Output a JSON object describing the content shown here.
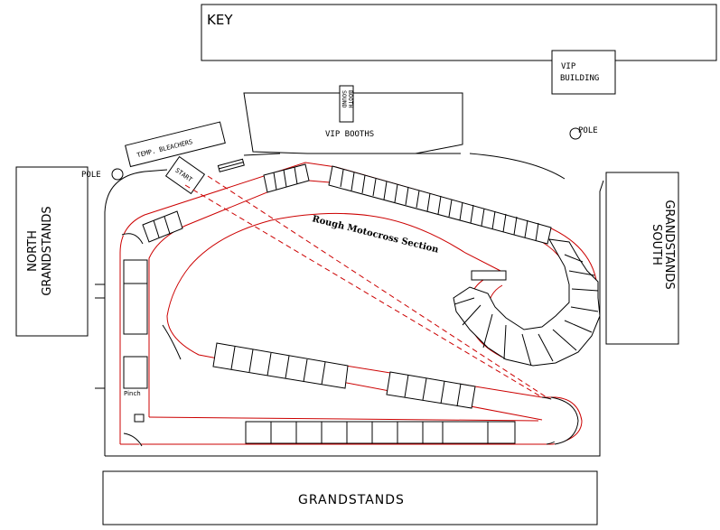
{
  "labels": {
    "key": "KEY",
    "vip_building_1": "VIP",
    "vip_building_2": "BUILDING",
    "vip_booths": "VIP BOOTHS",
    "sound_booth_1": "SOUND",
    "sound_booth_2": "BOOTH",
    "temp_bleachers": "TEMP. BLEACHERS",
    "start": "START",
    "pole_north": "POLE",
    "pole_south": "POLE",
    "north_grandstands_1": "NORTH",
    "north_grandstands_2": "GRANDSTANDS",
    "south_grandstands_1": "SOUTH",
    "south_grandstands_2": "GRANDSTANDS",
    "grandstands": "GRANDSTANDS",
    "rough_section": "Rough Motocross Section",
    "pinch": "Pinch"
  },
  "colors": {
    "track": "#cc0000",
    "outline": "#000000",
    "background": "#ffffff"
  }
}
